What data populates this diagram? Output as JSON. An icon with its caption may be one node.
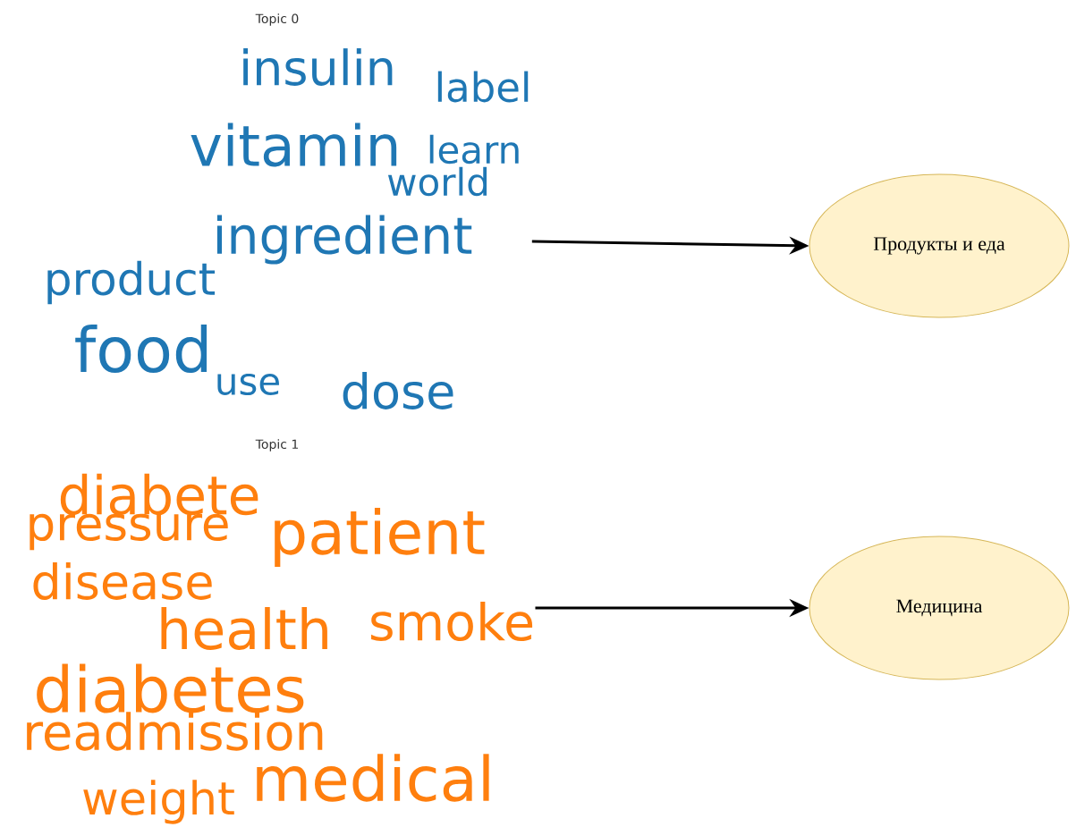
{
  "diagram": {
    "nodes": [
      {
        "text": [
          "insulin",
          "label",
          "vitamin",
          "learn",
          "world",
          "ingredient",
          "product",
          "food",
          "use",
          "dose"
        ],
        "beside": [
          "Topic 0"
        ]
      },
      {
        "text": [
          "Продукты и еда"
        ]
      },
      {
        "text": [
          "diabete",
          "pressure",
          "patient",
          "disease",
          "health",
          "smoke",
          "diabetes",
          "readmission",
          "medical",
          "weight"
        ],
        "beside": [
          "Topic 1"
        ]
      },
      {
        "text": [
          "Медицина"
        ]
      }
    ],
    "edges": [
      {
        "from": 0,
        "to": 1,
        "arrow": "to"
      },
      {
        "from": 2,
        "to": 3,
        "arrow": "to"
      }
    ]
  }
}
